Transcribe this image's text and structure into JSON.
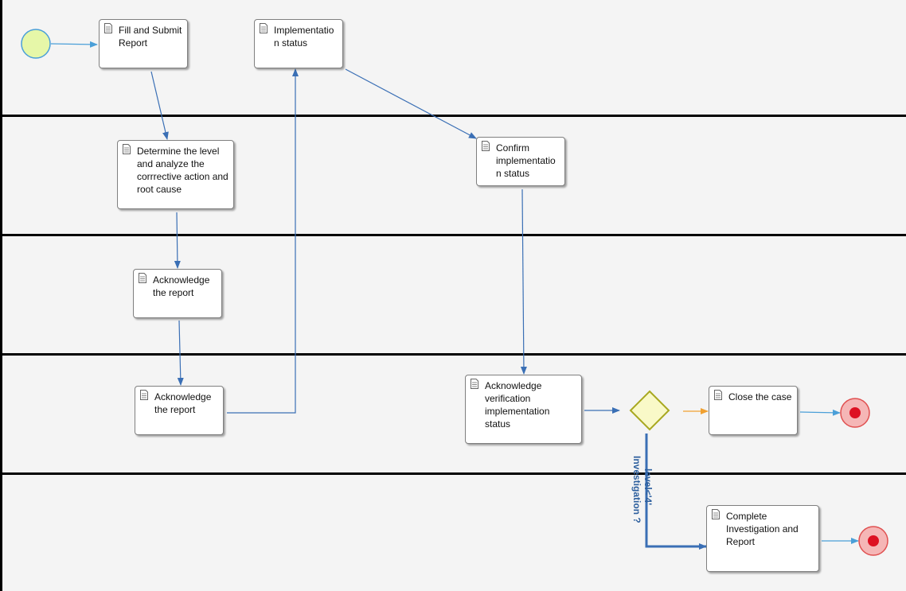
{
  "tasks": {
    "fill_submit": "Fill and Submit\nReport",
    "implementation_status": "Implementatio\nn status",
    "determine_level": "Determine the level\nand analyze the\ncorrrective action and\nroot cause",
    "confirm_implementation": "Confirm\nimplementatio\nn status",
    "acknowledge_report_1": "Acknowledge\nthe report",
    "acknowledge_report_2": "Acknowledge\nthe report",
    "acknowledge_verification": "Acknowledge\nverification\nimplementation\nstatus",
    "close_case": "Close the case",
    "complete_investigation": "Complete\nInvestigation and\nReport"
  },
  "gateway": {
    "condition_1": "level<'4'",
    "condition_2": "Investigation ?"
  },
  "colors": {
    "flow": "#3a6fb5",
    "flow_light": "#4a9fd8",
    "default_flow": "#f0a030",
    "start_fill": "#e6f7a8",
    "end_fill": "#f5b6b6",
    "end_dot": "#dd1122",
    "gateway_fill": "#f9f9c8",
    "gateway_stroke": "#a8a820"
  }
}
